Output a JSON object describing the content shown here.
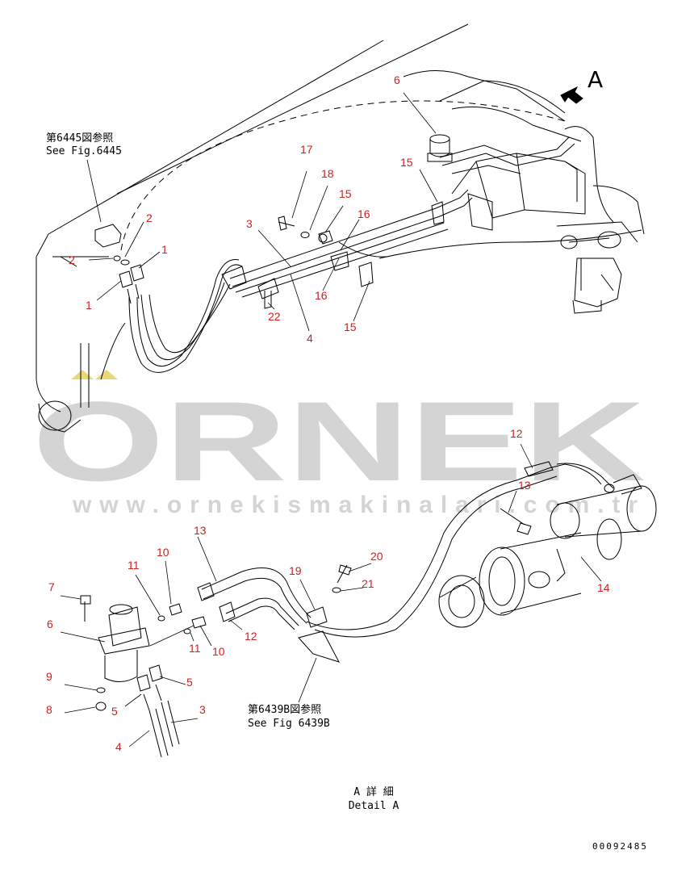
{
  "watermark": {
    "brand": "ORNEK",
    "url": "www.ornekismakinalari.com.tr",
    "color": "#d4d4d4",
    "accent": "#e8d878"
  },
  "colors": {
    "callout": "#d02020",
    "line": "#000000"
  },
  "view_marker": "A",
  "references": {
    "ref1_jp": "第6445図参照",
    "ref1_en": "See Fig.6445",
    "ref2_jp": "第6439B図参照",
    "ref2_en": "See Fig 6439B"
  },
  "detail": {
    "jp": "A 詳 細",
    "en": "Detail A"
  },
  "drawing_number": "00092485",
  "callouts": {
    "c_6_top": "6",
    "c_17": "17",
    "c_18": "18",
    "c_15_a": "15",
    "c_15_b": "15",
    "c_16_a": "16",
    "c_16_b": "16",
    "c_15_c": "15",
    "c_3_top": "3",
    "c_2_a": "2",
    "c_2_b": "2",
    "c_1_a": "1",
    "c_1_b": "1",
    "c_22": "22",
    "c_4_top": "4",
    "c_12_a": "12",
    "c_13_a": "13",
    "c_14": "14",
    "c_13_b": "13",
    "c_11_a": "11",
    "c_10_a": "10",
    "c_20": "20",
    "c_19": "19",
    "c_21": "21",
    "c_7": "7",
    "c_6_bot": "6",
    "c_11_b": "11",
    "c_10_b": "10",
    "c_12_b": "12",
    "c_9": "9",
    "c_5_a": "5",
    "c_5_b": "5",
    "c_8": "8",
    "c_3_bot": "3",
    "c_4_bot": "4"
  }
}
